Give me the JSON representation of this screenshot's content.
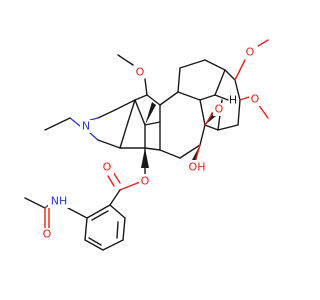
{
  "molecule": {
    "atom_labels": {
      "n_ring": "N",
      "o_methoxy_top": "O",
      "o_methoxy_right_a": "O",
      "o_methoxy_right_b": "O",
      "o_hydroxy_a": "O",
      "h_hydroxy_a": "H",
      "o_hydroxy_b": "OH",
      "o_ester_carbonyl": "O",
      "o_ester": "O",
      "nh_amide": "NH",
      "o_amide": "O"
    },
    "colors": {
      "bond": "#1a1a1a",
      "oxygen": "#e0231b",
      "nitrogen": "#2b3ad1",
      "background": "#ffffff"
    }
  }
}
